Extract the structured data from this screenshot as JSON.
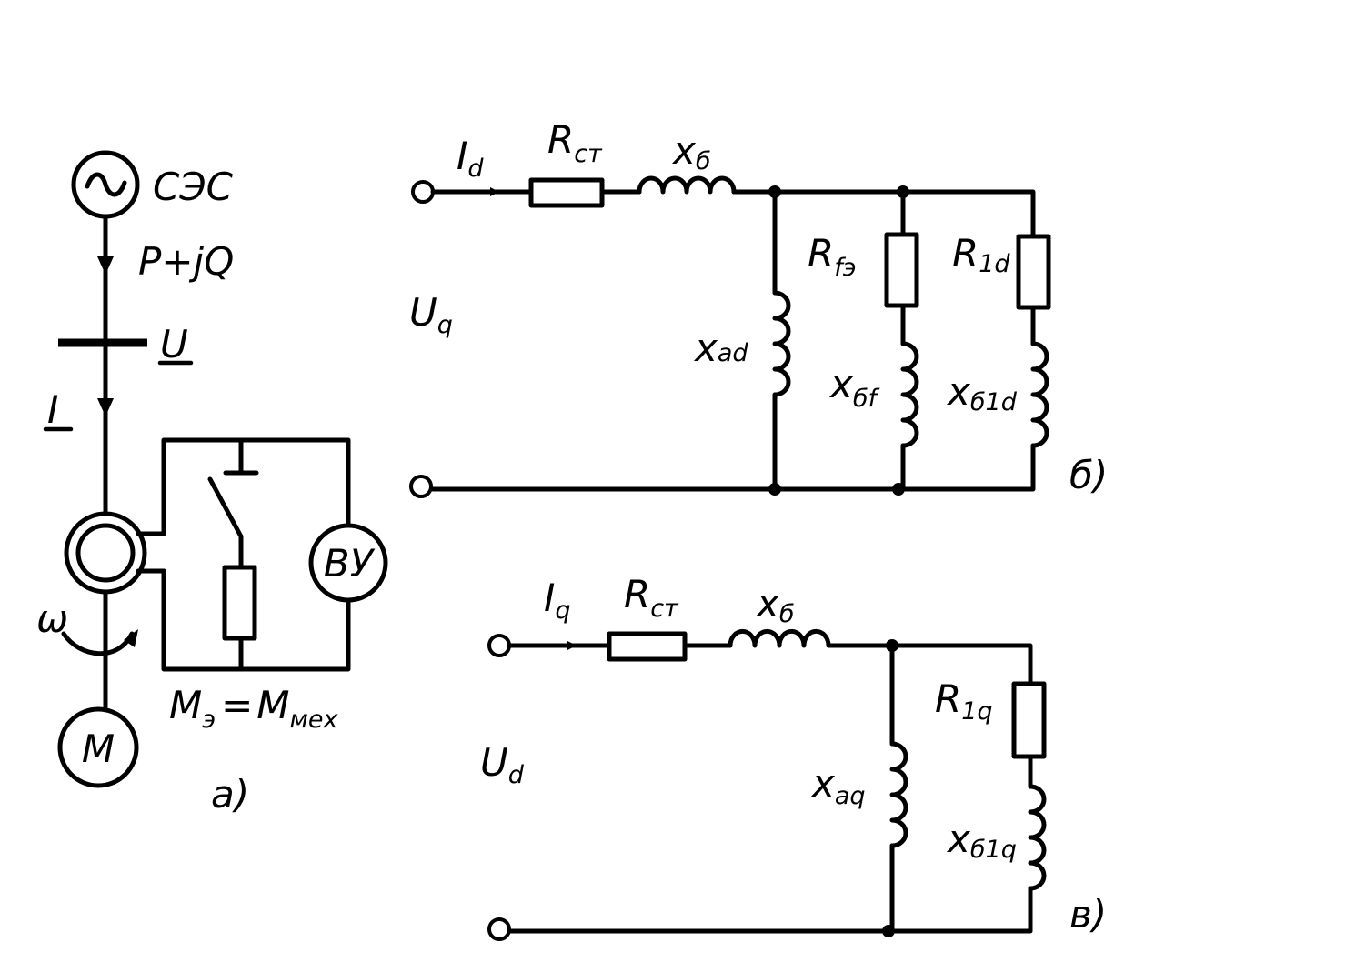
{
  "panel_a": {
    "source_label": "СЭС",
    "power_label": "P+jQ",
    "voltage_label": "U",
    "current_label": "I",
    "omega_label": "ω",
    "exciter_label": "ВУ",
    "motor_label": "M",
    "torque_left": "M",
    "torque_left_sub": "э",
    "torque_eq": "=",
    "torque_right": "M",
    "torque_right_sub": "мех",
    "caption": "а)"
  },
  "panel_b": {
    "current": "I",
    "current_sub": "d",
    "r_stator": "R",
    "r_stator_sub": "ст",
    "x_sigma": "x",
    "x_sigma_sub": "б",
    "voltage": "U",
    "voltage_sub": "q",
    "x_ad": "x",
    "x_ad_sub": "ad",
    "r_f": "R",
    "r_f_sub": "fэ",
    "x_sigma_f": "x",
    "x_sigma_f_sub": "бf",
    "r_1d": "R",
    "r_1d_sub": "1d",
    "x_sigma_1d": "x",
    "x_sigma_1d_sub": "б1d",
    "caption": "б)"
  },
  "panel_c": {
    "current": "I",
    "current_sub": "q",
    "r_stator": "R",
    "r_stator_sub": "ст",
    "x_sigma": "x",
    "x_sigma_sub": "б",
    "voltage": "U",
    "voltage_sub": "d",
    "x_aq": "x",
    "x_aq_sub": "aq",
    "r_1q": "R",
    "r_1q_sub": "1q",
    "x_sigma_1q": "x",
    "x_sigma_1q_sub": "б1q",
    "caption": "в)"
  }
}
